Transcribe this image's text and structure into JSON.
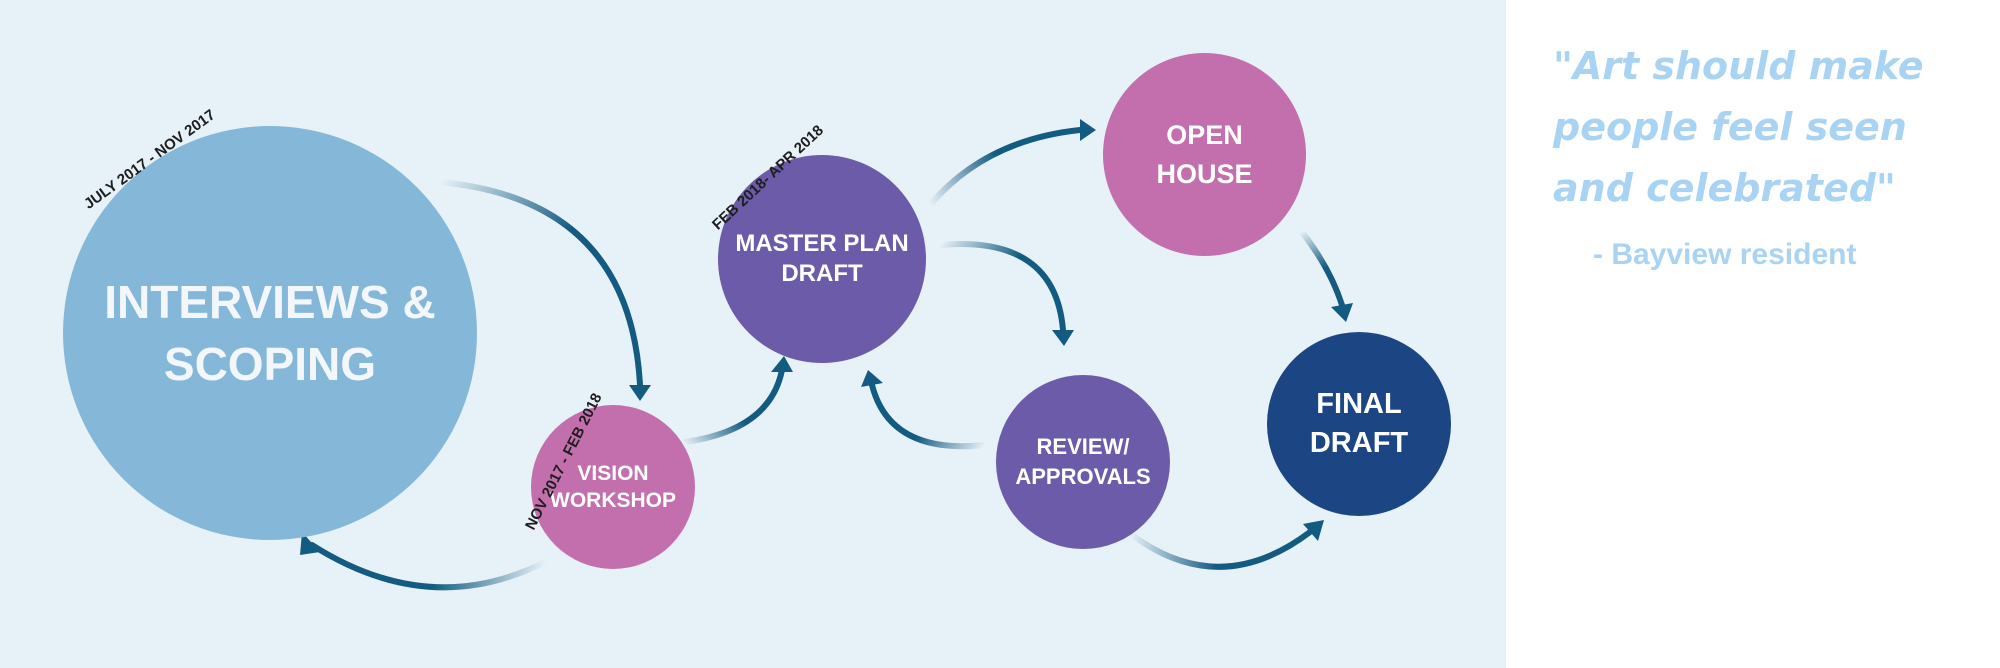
{
  "nodes": {
    "interviews": "INTERVIEWS &\nSCOPING",
    "vision": "VISION\nWORKSHOP",
    "master": "MASTER PLAN\nDRAFT",
    "open": "OPEN\nHOUSE",
    "review": "REVIEW/\nAPPROVALS",
    "final": "FINAL\nDRAFT"
  },
  "dates": {
    "interviews": "JULY 2017 - NOV 2017",
    "vision": "NOV 2017 - FEB 2018",
    "master": "FEB 2018- APR 2018"
  },
  "quote": {
    "text": "\"Art should make\npeople feel seen\nand celebrated\"",
    "attribution": "- Bayview resident"
  },
  "colors": {
    "panel_background": "#e7f1f8",
    "interviews": "#85b8d8",
    "pink": "#c36fad",
    "purple": "#6c5ba8",
    "navy": "#1c4683",
    "arrow": "#135b80",
    "quote": "#a9d3f2"
  }
}
